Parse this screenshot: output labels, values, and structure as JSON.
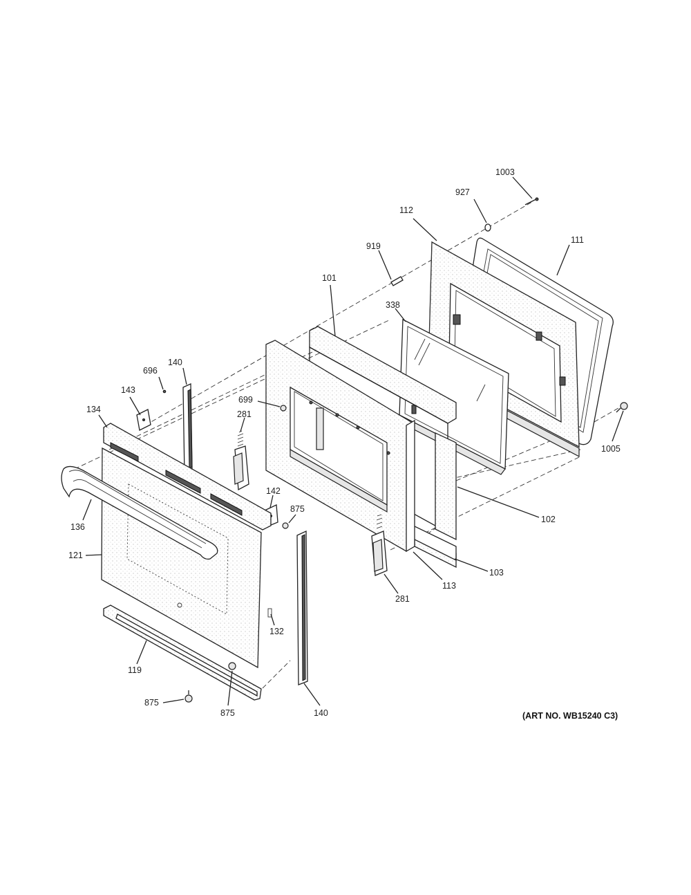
{
  "labels": {
    "p1003": "1003",
    "p927": "927",
    "p112": "112",
    "p111": "111",
    "p919": "919",
    "p101": "101",
    "p338": "338",
    "p696": "696",
    "p140_top": "140",
    "p143": "143",
    "p699": "699",
    "p134": "134",
    "p281_left": "281",
    "p1005": "1005",
    "p142": "142",
    "p875_mid": "875",
    "p102": "102",
    "p136": "136",
    "p121": "121",
    "p103": "103",
    "p113": "113",
    "p281_bottom": "281",
    "p132": "132",
    "p119": "119",
    "p875_left": "875",
    "p875_bottom": "875",
    "p140_bottom": "140"
  },
  "art_number": "(ART NO. WB15240 C3)"
}
